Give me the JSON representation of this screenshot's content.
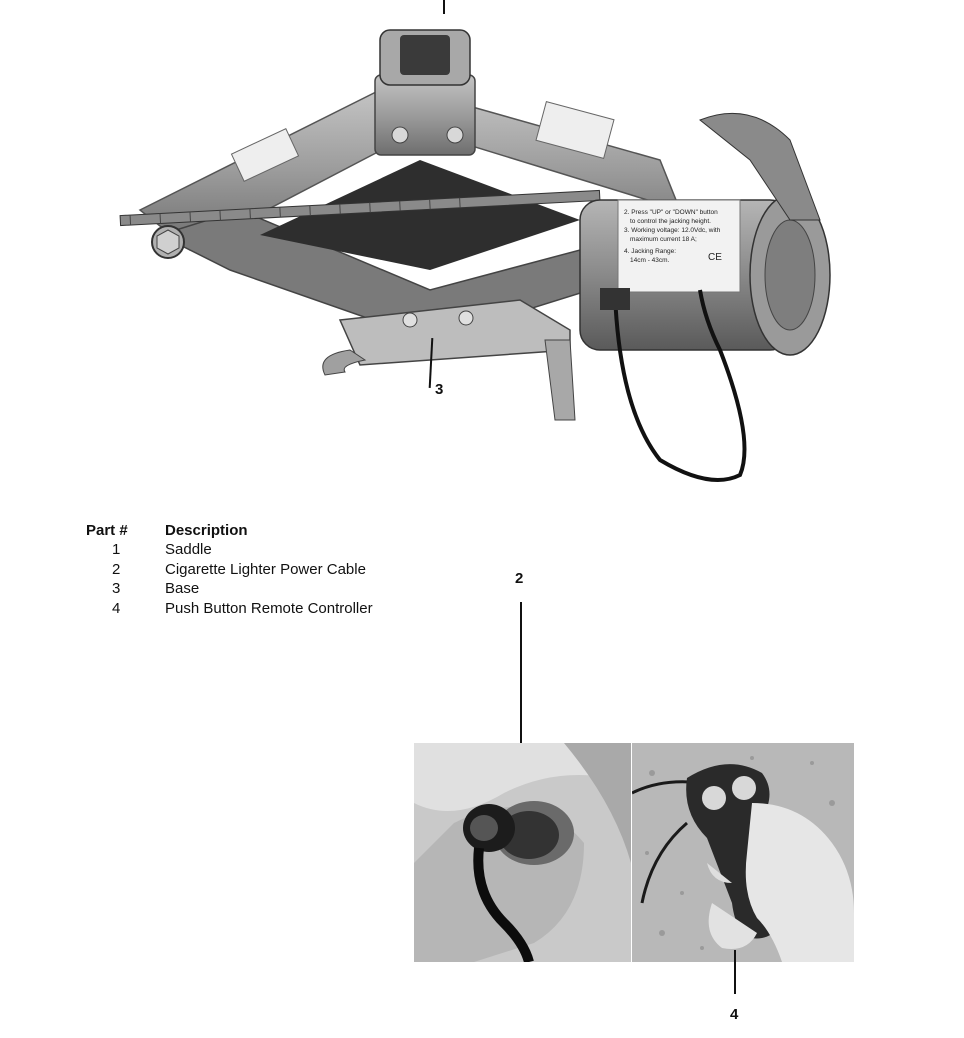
{
  "callouts": {
    "c2": "2",
    "c3": "3",
    "c4": "4"
  },
  "table": {
    "headers": {
      "part": "Part #",
      "description": "Description"
    },
    "rows": [
      {
        "part": "1",
        "description": "Saddle"
      },
      {
        "part": "2",
        "description": "Cigarette Lighter Power Cable"
      },
      {
        "part": "3",
        "description": "Base"
      },
      {
        "part": "4",
        "description": "Push Button Remote Controller"
      }
    ]
  },
  "label_motor": {
    "l1": "2. Press \"UP\" or \"DOWN\" button",
    "l2": "to control the jacking height.",
    "l3": "3. Working voltage: 12.0Vdc, with",
    "l4": "maximum current 18 A;",
    "l5": "4. Jacking Range:",
    "l6": "14cm - 43cm.",
    "ce": "CE"
  },
  "colors": {
    "metal": "#9a9a9a",
    "dark": "#2a2a2a",
    "light": "#c8c8c8"
  }
}
